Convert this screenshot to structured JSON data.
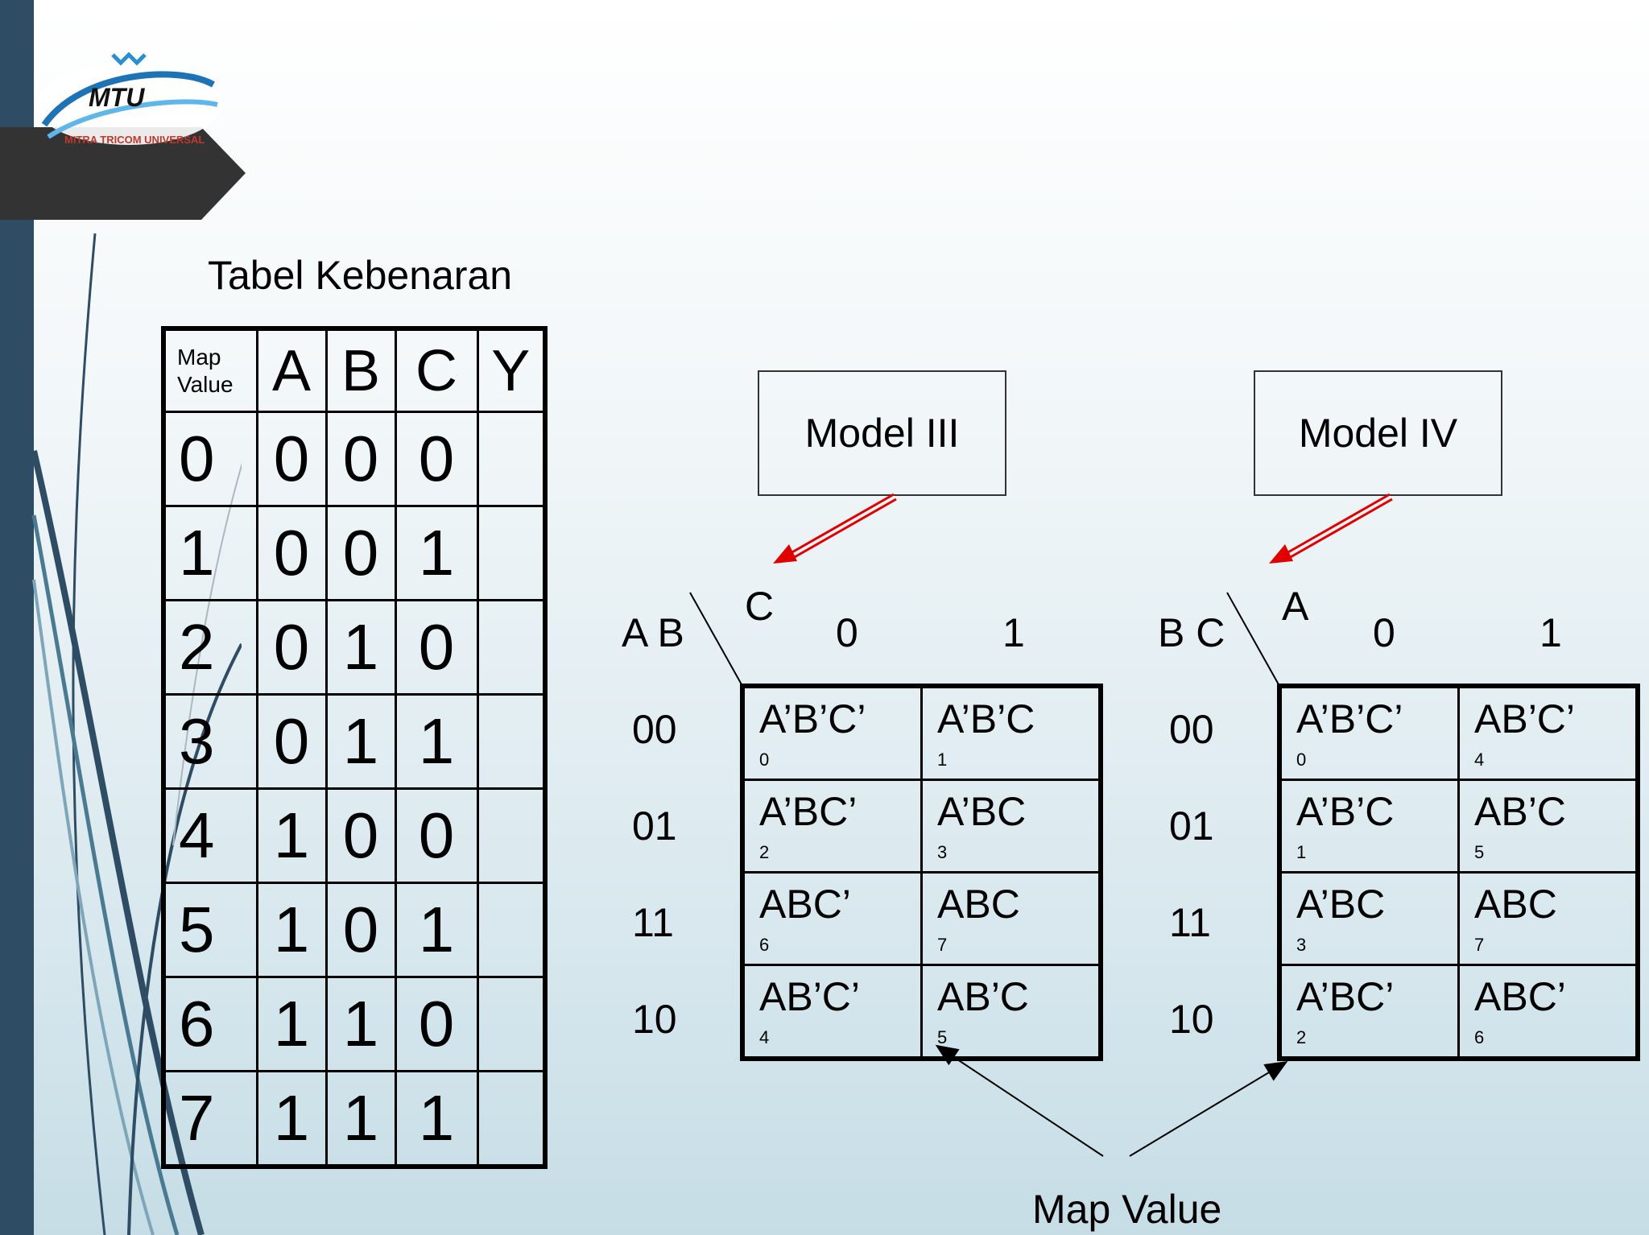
{
  "logo": {
    "text": "MTU",
    "subtitle": "MITRA TRICOM UNIVERSAL"
  },
  "title": "Tabel Kebenaran",
  "truth_table": {
    "headers": {
      "map_value_line1": "Map",
      "map_value_line2": "Value",
      "a": "A",
      "b": "B",
      "c": "C",
      "y": "Y"
    },
    "rows": [
      {
        "m": "0",
        "a": "0",
        "b": "0",
        "c": "0",
        "y": ""
      },
      {
        "m": "1",
        "a": "0",
        "b": "0",
        "c": "1",
        "y": ""
      },
      {
        "m": "2",
        "a": "0",
        "b": "1",
        "c": "0",
        "y": ""
      },
      {
        "m": "3",
        "a": "0",
        "b": "1",
        "c": "1",
        "y": ""
      },
      {
        "m": "4",
        "a": "1",
        "b": "0",
        "c": "0",
        "y": ""
      },
      {
        "m": "5",
        "a": "1",
        "b": "0",
        "c": "1",
        "y": ""
      },
      {
        "m": "6",
        "a": "1",
        "b": "1",
        "c": "0",
        "y": ""
      },
      {
        "m": "7",
        "a": "1",
        "b": "1",
        "c": "1",
        "y": ""
      }
    ]
  },
  "model3": {
    "label": "Model III",
    "row_var": "A B",
    "col_var": "C",
    "cols": [
      "0",
      "1"
    ],
    "rows": [
      "00",
      "01",
      "11",
      "10"
    ],
    "cells": [
      [
        {
          "term": "A’B’C’",
          "idx": "0"
        },
        {
          "term": "A’B’C",
          "idx": "1"
        }
      ],
      [
        {
          "term": "A’BC’",
          "idx": "2"
        },
        {
          "term": "A’BC",
          "idx": "3"
        }
      ],
      [
        {
          "term": "ABC’",
          "idx": "6"
        },
        {
          "term": "ABC",
          "idx": "7"
        }
      ],
      [
        {
          "term": "AB’C’",
          "idx": "4"
        },
        {
          "term": "AB’C",
          "idx": "5"
        }
      ]
    ]
  },
  "model4": {
    "label": "Model IV",
    "row_var": "B C",
    "col_var": "A",
    "cols": [
      "0",
      "1"
    ],
    "rows": [
      "00",
      "01",
      "11",
      "10"
    ],
    "cells": [
      [
        {
          "term": "A’B’C’",
          "idx": "0"
        },
        {
          "term": "AB’C’",
          "idx": "4"
        }
      ],
      [
        {
          "term": "A’B’C",
          "idx": "1"
        },
        {
          "term": "AB’C",
          "idx": "5"
        }
      ],
      [
        {
          "term": "A’BC",
          "idx": "3"
        },
        {
          "term": "ABC",
          "idx": "7"
        }
      ],
      [
        {
          "term": "A’BC’",
          "idx": "2"
        },
        {
          "term": "ABC’",
          "idx": "6"
        }
      ]
    ]
  },
  "map_value_label": "Map Value",
  "colors": {
    "sidebar": "#2e4c63",
    "arrow_red": "#e00000",
    "banner": "#333333"
  }
}
